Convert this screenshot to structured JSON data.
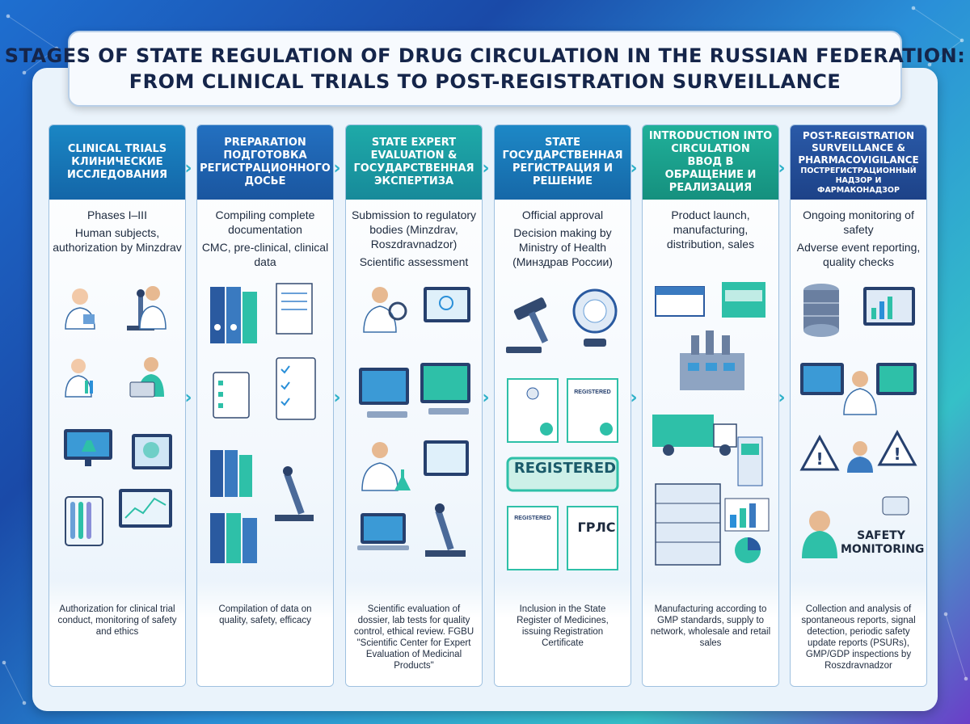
{
  "title": {
    "line1": "STAGES OF STATE REGULATION OF DRUG CIRCULATION IN THE RUSSIAN FEDERATION:",
    "line2": "FROM CLINICAL TRIALS TO POST-REGISTRATION SURVEILLANCE"
  },
  "colors": {
    "stage1": "#1577b8",
    "stage2": "#1f62b0",
    "stage3": "#1a9aa6",
    "stage4": "#1a78b4",
    "stage5": "#18a08a",
    "stage6": "#234e9a",
    "arrow": "#2bb0c8"
  },
  "stages": [
    {
      "head_en": "CLINICAL TRIALS",
      "head_ru": "КЛИНИЧЕСКИЕ ИССЛЕДОВАНИЯ",
      "desc": [
        "Phases I–III",
        "Human subjects, authorization by Minzdrav"
      ],
      "icons": [
        "scientist-icon",
        "microscope-icon",
        "laptop-icon",
        "test-tubes-icon",
        "chart-monitor-icon"
      ],
      "footer": "Authorization for clinical trial conduct, monitoring of safety and ethics"
    },
    {
      "head_en": "PREPARATION",
      "head_ru": "ПОДГОТОВКА РЕГИСТРАЦИОННОГО ДОСЬЕ",
      "desc": [
        "Compiling complete documentation",
        "CMC, pre-clinical, clinical data"
      ],
      "icons": [
        "binders-icon",
        "documents-icon",
        "checklist-icon",
        "microscope-icon"
      ],
      "footer": "Compilation of data on quality, safety, efficacy"
    },
    {
      "head_en": "STATE EXPERT EVALUATION &",
      "head_ru": "ГОСУДАРСТВЕННАЯ ЭКСПЕРТИЗА",
      "desc": [
        "Submission to regulatory bodies (Minzdrav, Roszdravnadzor)",
        "Scientific assessment"
      ],
      "icons": [
        "expert-magnifier-icon",
        "computer-icon",
        "lab-flask-icon",
        "microscope-icon"
      ],
      "footer": "Scientific evaluation of dossier, lab tests for quality control, ethical review. FGBU \"Scientific Center for Expert Evaluation of Medicinal Products\""
    },
    {
      "head_en": "STATE",
      "head_ru": "ГОСУДАРСТВЕННАЯ РЕГИСТРАЦИЯ И РЕШЕНИЕ",
      "desc": [
        "Official approval",
        "Decision making by Ministry of Health (Минздрав России)"
      ],
      "icons": [
        "gavel-icon",
        "seal-stamp-icon",
        "certificate-icon"
      ],
      "badge_registered": "REGISTERED",
      "badge_grls": "ГРЛС",
      "footer": "Inclusion in the State Register of Medicines, issuing Registration Certificate"
    },
    {
      "head_en": "INTRODUCTION INTO CIRCULATION",
      "head_ru": "ВВОД В ОБРАЩЕНИЕ И РЕАЛИЗАЦИЯ",
      "desc": [
        "Product launch, manufacturing, distribution, sales"
      ],
      "icons": [
        "medicine-box-icon",
        "factory-icon",
        "truck-icon",
        "shelves-icon",
        "chart-icon"
      ],
      "footer": "Manufacturing according to GMP standards, supply to network, wholesale and retail sales"
    },
    {
      "head_en": "POST-REGISTRATION SURVEILLANCE & PHARMACOVIGILANCE",
      "head_ru": "ПОСТРЕГИСТРАЦИОННЫЙ НАДЗОР И ФАРМАКОНАДЗОР",
      "desc": [
        "Ongoing monitoring of safety",
        "Adverse event reporting, quality checks"
      ],
      "icons": [
        "database-icon",
        "monitor-icon",
        "warning-icon",
        "person-icon"
      ],
      "badge_safety": "SAFETY MONITORING",
      "footer": "Collection and analysis of spontaneous reports, signal detection, periodic safety update reports (PSURs), GMP/GDP inspections by Roszdravnadzor"
    }
  ]
}
